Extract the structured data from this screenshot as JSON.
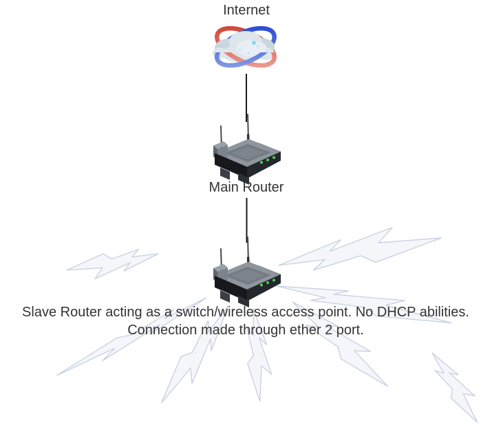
{
  "diagram": {
    "internet_label": "Internet",
    "main_router_label": "Main Router",
    "caption_line1": "Slave Router acting as a switch/wireless access point. No DHCP abilities.",
    "caption_line2": "Connection made through ether 2 port."
  },
  "icons": {
    "internet": "globe-cloud-icon (cloud with red and blue orbit rings)",
    "main_router": "wireless-router-icon (isometric dual-antenna router, green LEDs)",
    "slave_router": "wireless-router-icon (isometric dual-antenna router, green LEDs)",
    "wireless_signal": "lightning-bolt-icon (pale zigzag bolts radiating outward)"
  },
  "colors": {
    "label_text": "#333333",
    "connector": "#1a1a1a",
    "bolt_fill": "#f4f6fa",
    "bolt_stroke": "#c7cfe0",
    "ring_red_start": "#c93a2b",
    "ring_red_end": "#f2a79c",
    "ring_blue_start": "#1f3fd0",
    "ring_blue_end": "#8fa6e6",
    "led_green": "#55dc59",
    "router_top": "#8e959d",
    "router_dark": "#16181c",
    "cloud_main": "#dde6ec",
    "cloud_shade": "#c9d6de",
    "sparkle": "#7fd4f5"
  }
}
